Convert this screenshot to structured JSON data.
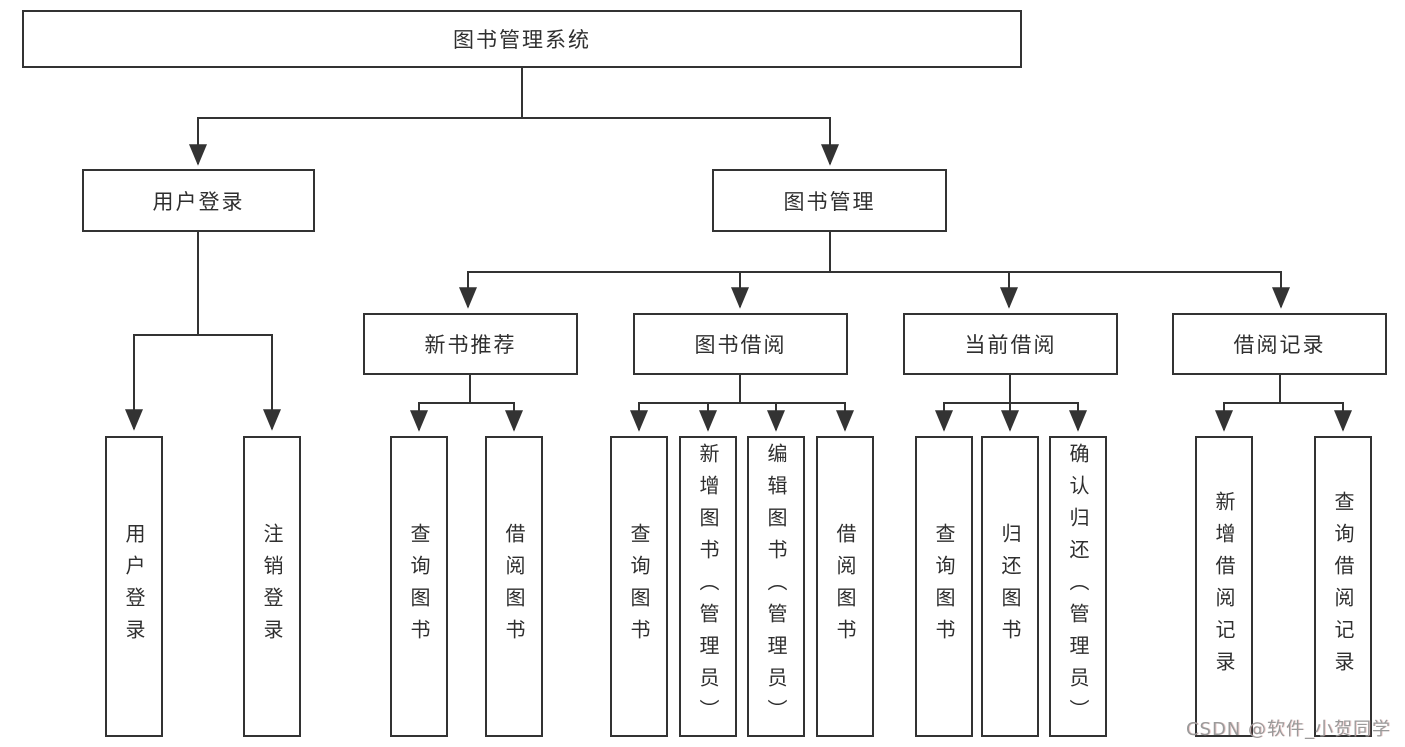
{
  "tree": {
    "label": "图书管理系统",
    "children": [
      {
        "label": "用户登录",
        "children": [
          {
            "label": "用户登录"
          },
          {
            "label": "注销登录"
          }
        ]
      },
      {
        "label": "图书管理",
        "children": [
          {
            "label": "新书推荐",
            "children": [
              {
                "label": "查询图书"
              },
              {
                "label": "借阅图书"
              }
            ]
          },
          {
            "label": "图书借阅",
            "children": [
              {
                "label": "查询图书"
              },
              {
                "label": "新增图书（管理员）"
              },
              {
                "label": "编辑图书（管理员）"
              },
              {
                "label": "借阅图书"
              }
            ]
          },
          {
            "label": "当前借阅",
            "children": [
              {
                "label": "查询图书"
              },
              {
                "label": "归还图书"
              },
              {
                "label": "确认归还（管理员）"
              }
            ]
          },
          {
            "label": "借阅记录",
            "children": [
              {
                "label": "新增借阅记录"
              },
              {
                "label": "查询借阅记录"
              }
            ]
          }
        ]
      }
    ]
  },
  "watermark": "CSDN @软件_小贺同学",
  "colors": {
    "line": "#333333",
    "box_border": "#333333",
    "text": "#2f2f2f",
    "watermark": "#9a9a9a",
    "background": "#ffffff"
  }
}
